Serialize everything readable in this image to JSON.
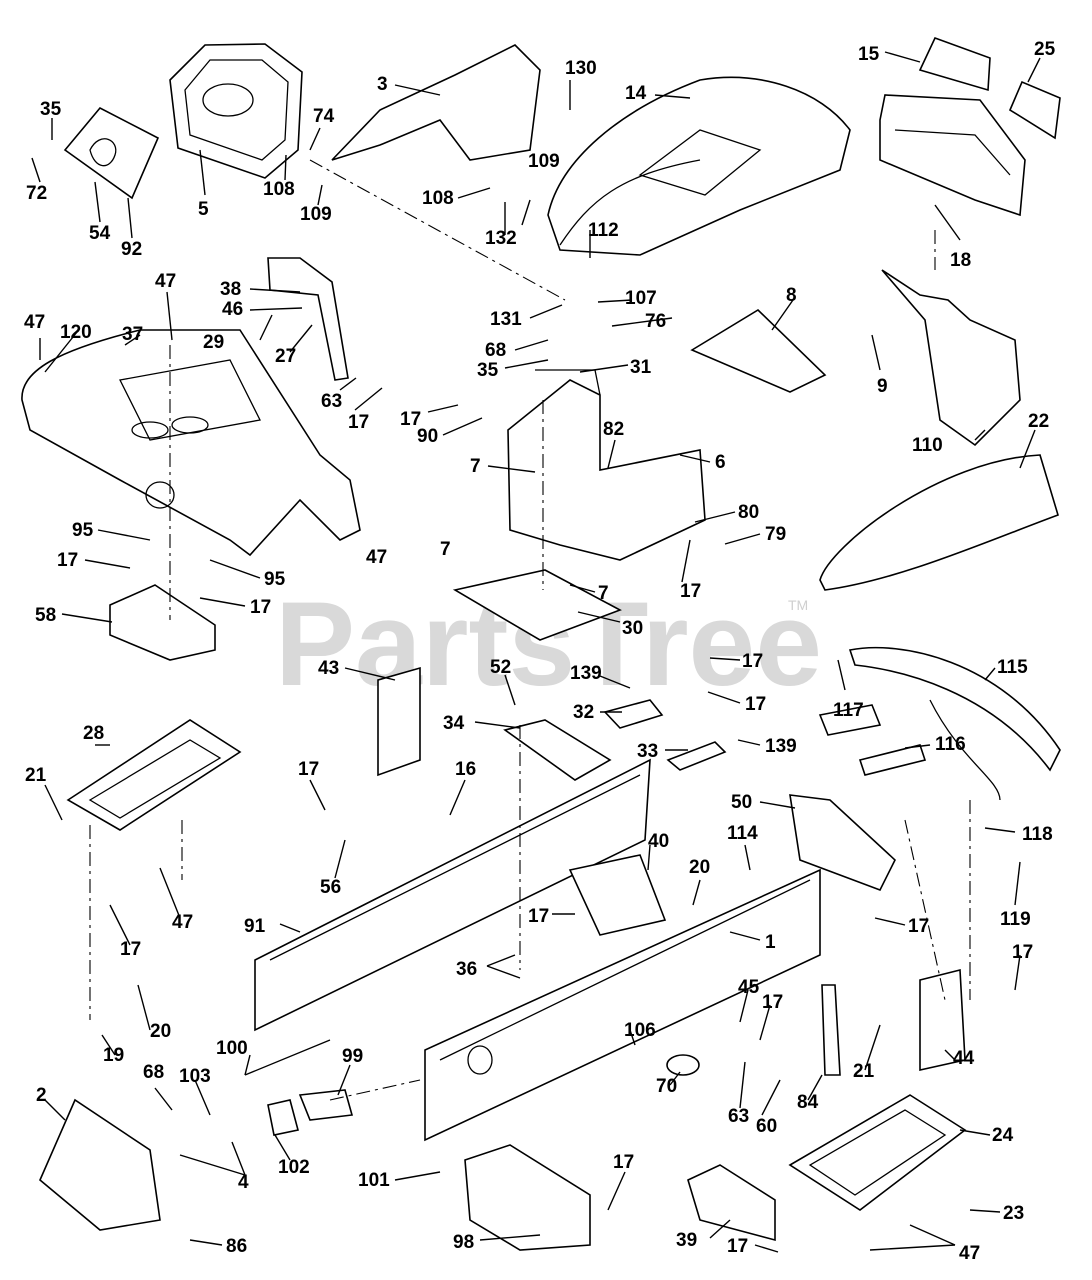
{
  "watermark": {
    "text": "PartsTree",
    "tm": "TM"
  },
  "labels": [
    "3",
    "130",
    "14",
    "15",
    "25",
    "35",
    "72",
    "54",
    "92",
    "5",
    "74",
    "108",
    "109",
    "108",
    "109",
    "132",
    "112",
    "18",
    "47",
    "37",
    "47",
    "120",
    "38",
    "46",
    "29",
    "27",
    "131",
    "107",
    "76",
    "8",
    "68",
    "35",
    "31",
    "9",
    "63",
    "17",
    "17",
    "90",
    "82",
    "6",
    "110",
    "22",
    "7",
    "80",
    "79",
    "95",
    "7",
    "17",
    "47",
    "17",
    "95",
    "58",
    "17",
    "7",
    "30",
    "43",
    "52",
    "139",
    "17",
    "115",
    "117",
    "34",
    "32",
    "17",
    "28",
    "33",
    "139",
    "116",
    "21",
    "17",
    "16",
    "50",
    "118",
    "114",
    "40",
    "20",
    "56",
    "17",
    "119",
    "91",
    "47",
    "17",
    "1",
    "17",
    "36",
    "17",
    "45",
    "17",
    "20",
    "19",
    "106",
    "21",
    "44",
    "100",
    "99",
    "68",
    "103",
    "70",
    "63",
    "60",
    "84",
    "2",
    "4",
    "102",
    "24",
    "101",
    "17",
    "23",
    "86",
    "98",
    "39",
    "17",
    "47"
  ]
}
